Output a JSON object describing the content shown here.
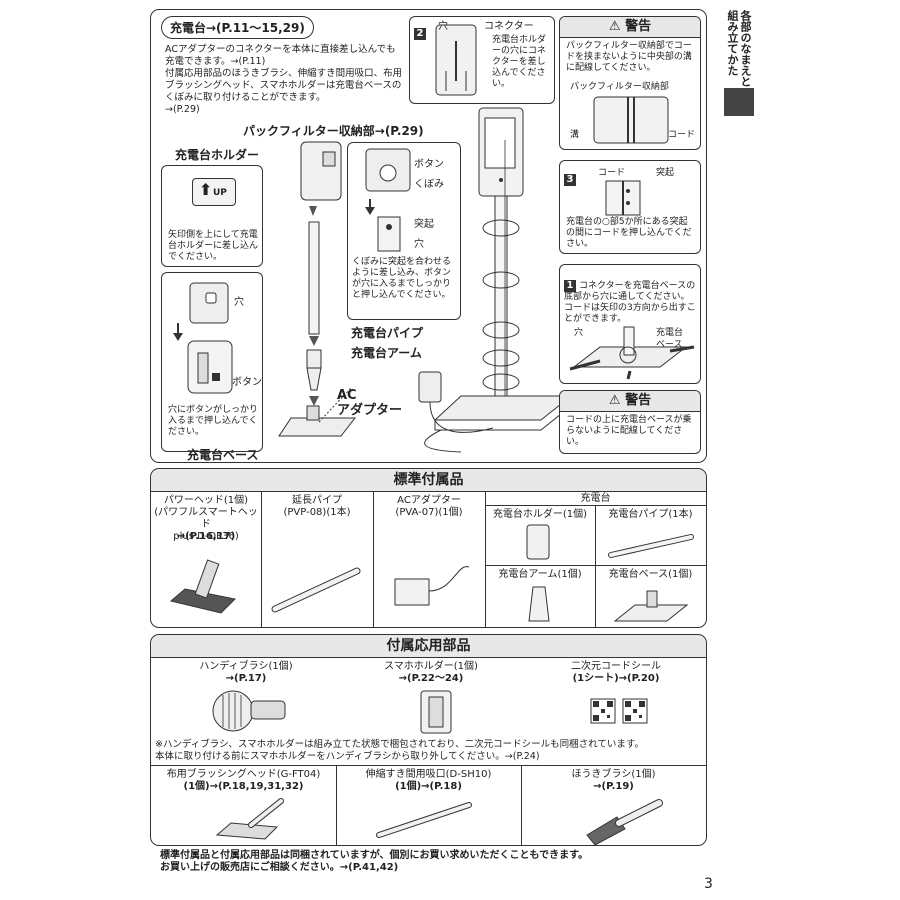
{
  "side_tab": {
    "text": "各部のなまえと組み立てかた"
  },
  "page_number": "3",
  "top": {
    "charger_pill": "充電台→(P.11～15,29)",
    "charger_desc": "ACアダプターのコネクターを本体に直接差し込んでも充電できます。→(P.11)\n付属応用部品のほうきブラシ、伸縮すき間用吸口、布用ブラッシングヘッド、スマホホルダーは充電台ベースのくぼみに取り付けることができます。\n→(P.29)",
    "pack_filter_label": "パックフィルター収納部→(P.29)",
    "holder_label": "充電台ホルダー",
    "up_text": "UP",
    "arrow_note": "矢印側を上にして充電台ホルダーに差し込んでください。",
    "hole_label": "穴",
    "button_label": "ボタン",
    "button_note": "穴にボタンがしっかり入るまで押し込んでください。",
    "base_label": "充電台ベース",
    "pipe_label": "充電台パイプ",
    "arm_label": "充電台アーム",
    "ac_label": "AC\nアダプター",
    "detail_button": "ボタン",
    "detail_dent": "くぼみ",
    "detail_bump": "突起",
    "detail_hole": "穴",
    "detail_note": "くぼみに突起を合わせるように差し込み、ボタンが穴に入るまでしっかりと押し込んでください。",
    "step2_num": "2",
    "step2_hole": "穴",
    "step2_connector": "コネクター",
    "step2_note": "充電台ホルダーの穴にコネクターを差し込んでください。",
    "warn1_title": "警告",
    "warn1_text": "パックフィルター収納部でコードを挟まないように中央部の溝に配線してください。",
    "warn1_sub": "パックフィルター収納部",
    "warn1_groove": "溝",
    "warn1_cord": "コード",
    "step3_num": "3",
    "step3_cord": "コード",
    "step3_bump": "突起",
    "step3_note": "充電台の○部5か所にある突起の間にコードを押し込んでください。",
    "step1_num": "1",
    "step1_note": "コネクターを充電台ベースの底部から穴に通してください。コードは矢印の3方向から出すことができます。",
    "step1_hole": "穴",
    "step1_base": "充電台\nベース",
    "warn2_title": "警告",
    "warn2_text": "コードの上に充電台ベースが乗らないように配線してください。"
  },
  "standard": {
    "title": "標準付属品",
    "items": [
      {
        "name": "パワーヘッド(1個)\n(パワフルスマートヘッド\nplus D-DP36)",
        "ref": "→(P.16,17)"
      },
      {
        "name": "延長パイプ\n(PVP-08)(1本)",
        "ref": ""
      },
      {
        "name": "ACアダプター\n(PVA-07)(1個)",
        "ref": ""
      }
    ],
    "charger_group": "充電台",
    "charger_items": [
      "充電台ホルダー(1個)",
      "充電台パイプ(1本)",
      "充電台アーム(1個)",
      "充電台ベース(1個)"
    ]
  },
  "applied": {
    "title": "付属応用部品",
    "row1": [
      {
        "name": "ハンディブラシ(1個)",
        "ref": "→(P.17)"
      },
      {
        "name": "スマホホルダー(1個)",
        "ref": "→(P.22～24)"
      },
      {
        "name": "二次元コードシール",
        "ref": "(1シート)→(P.20)"
      }
    ],
    "note": "※ハンディブラシ、スマホホルダーは組み立てた状態で梱包されており、二次元コードシールも同梱されています。\n本体に取り付ける前にスマホホルダーをハンディブラシから取り外してください。→(P.24)",
    "row2": [
      {
        "name": "布用ブラッシングヘッド(G-FT04)",
        "ref": "(1個)→(P.18,19,31,32)"
      },
      {
        "name": "伸縮すき間用吸口(D-SH10)",
        "ref": "(1個)→(P.18)"
      },
      {
        "name": "ほうきブラシ(1個)",
        "ref": "→(P.19)"
      }
    ]
  },
  "footer": "標準付属品と付属応用部品は同梱されていますが、個別にお買い求めいただくこともできます。\nお買い上げの販売店にご相談ください。→(P.41,42)"
}
